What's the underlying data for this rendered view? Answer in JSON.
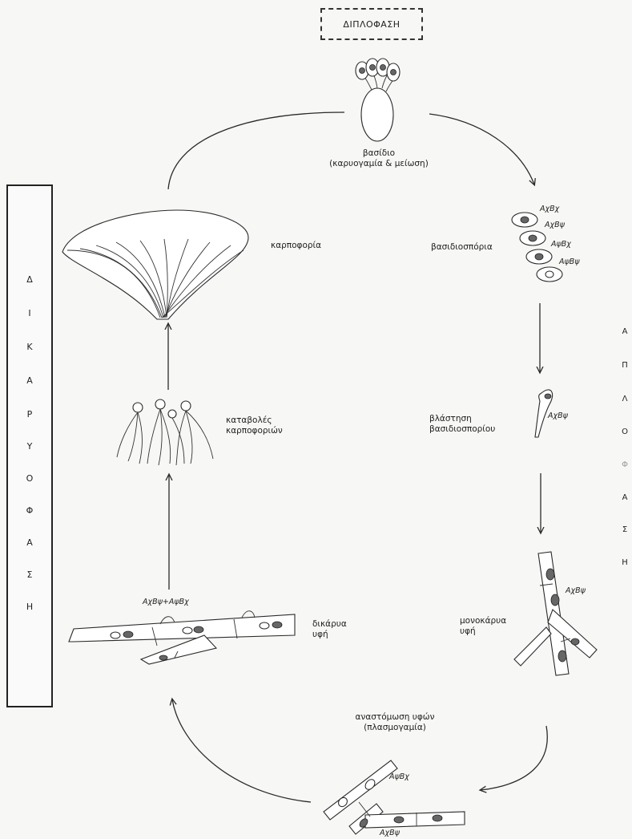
{
  "phase_top": "ΔΙΠΛΟΦΑΣΗ",
  "phase_left": [
    "Δ",
    "Ι",
    "Κ",
    "Α",
    "Ρ",
    "Υ",
    "Ο",
    "Φ",
    "Α",
    "Σ",
    "Η"
  ],
  "phase_right": [
    "Α",
    "Π",
    "Λ",
    "Ο",
    "Φ",
    "Α",
    "Σ",
    "Η"
  ],
  "stages": {
    "basidio": "βασίδιο\n(καρυογαμία & μείωση)",
    "basidiospores": "βασιδιοσπόρια",
    "germination": "βλάστηση\nβασιδιοσπορίου",
    "monokaryotic": "μονοκάρυα\nυφή",
    "anastomosis": "αναστόμωση υφών\n(πλασμογαμία)",
    "dikaryotic": "δικάρυα\nυφή",
    "primordia": "καταβολές\nκαρποφοριών",
    "fruitbody": "καρποφορία"
  },
  "genotypes": {
    "spore1": "AχBχ",
    "spore2": "AχBψ",
    "spore3": "AψBχ",
    "spore4": "AψBψ",
    "germ": "AχBψ",
    "mono": "AχBψ",
    "anast_top": "AψBχ",
    "anast_bottom": "AχBψ",
    "dikaryon": "AχBψ+AψBχ"
  },
  "style": {
    "ink": "#222222",
    "paper": "#f7f7f5"
  }
}
